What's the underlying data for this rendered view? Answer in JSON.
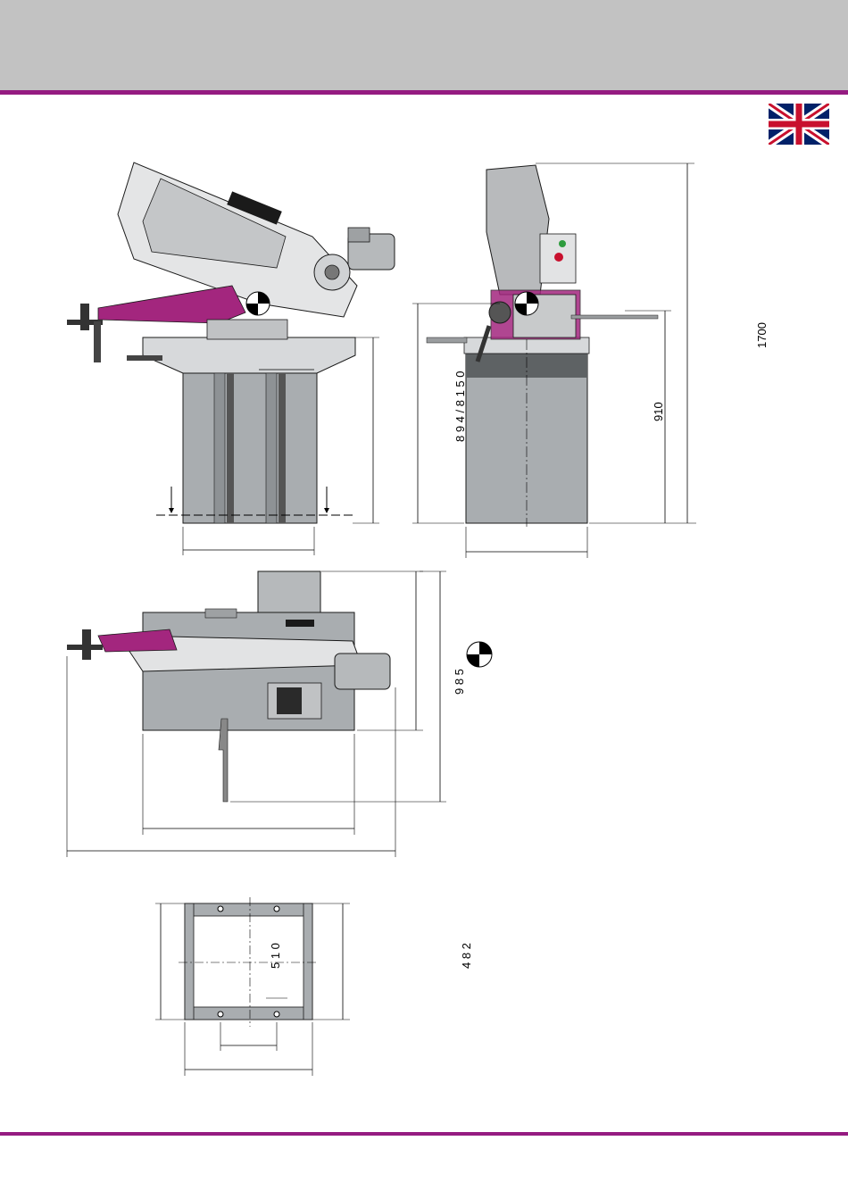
{
  "header": {
    "band_color": "#c2c2c2",
    "rule_color": "#951b81"
  },
  "flag": {
    "icon": "union-jack-flag-icon"
  },
  "dimensions": {
    "overall_height": "1700",
    "table_height": "910",
    "side_depth": "8 9 4 / 8 1 5 0",
    "top_view_depth": "9 8 5",
    "foot_depth": "4 8 2",
    "foot_inner": "5 1 0"
  },
  "colors": {
    "machine_gray": "#a9adb0",
    "frame_light": "#d7d9db",
    "accent_magenta": "#a3267e",
    "line": "#1a1a1a"
  }
}
